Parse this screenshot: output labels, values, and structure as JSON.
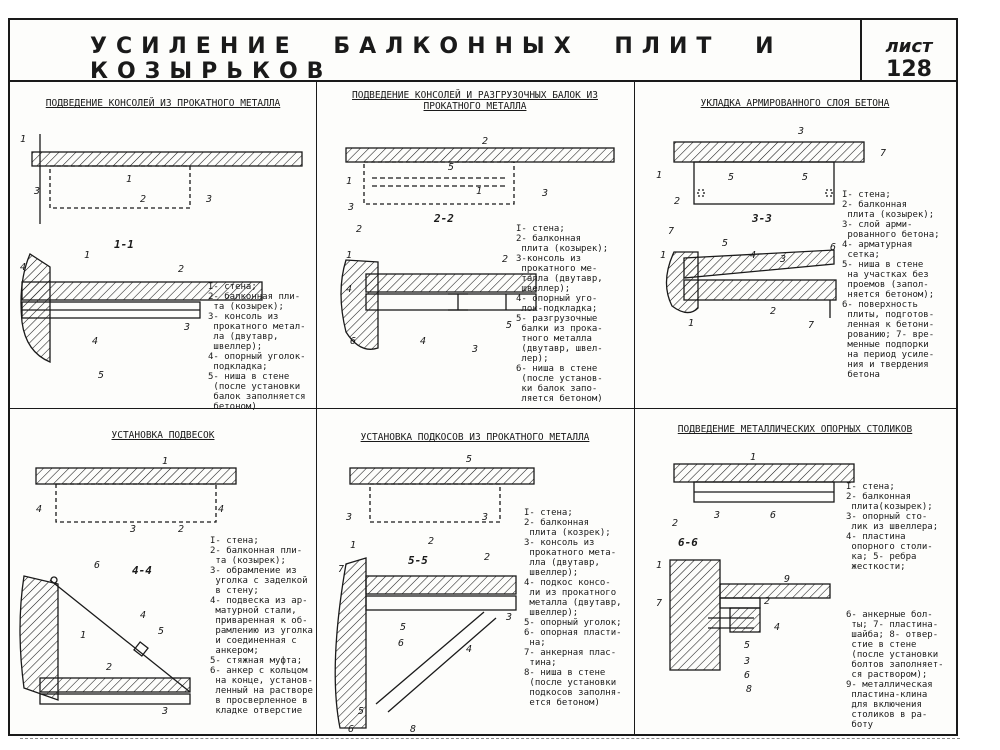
{
  "header": {
    "title": "УСИЛЕНИЕ БАЛКОННЫХ ПЛИТ И КОЗЫРЬКОВ",
    "sheet_label": "лист",
    "sheet_number": "128"
  },
  "panels": [
    {
      "title": "ПОДВЕДЕНИЕ КОНСОЛЕЙ ИЗ ПРОКАТНОГО МЕТАЛЛА",
      "section": "1-1",
      "legend": "I- стена;\n2- балконная пли-\n та (козырек);\n3- консоль из\n прокатного метал-\n ла (двутавр,\n швеллер);\n4- опорный уголок-\n подкладка;\n5- ниша в стене\n (после установки\n балок заполняется\n бетоном)"
    },
    {
      "title": "ПОДВЕДЕНИЕ КОНСОЛЕЙ И РАЗГРУЗОЧНЫХ БАЛОК ИЗ ПРОКАТНОГО МЕТАЛЛА",
      "section": "2-2",
      "legend": "I- стена;\n2- балконная\n плита (козырек);\n3-консоль из\n прокатного ме-\n талла (двутавр,\n швеллер);\n4- опорный уго-\n лок-подкладка;\n5- разгрузочные\n балки из прока-\n тного металла\n (двутавр, швел-\n лер);\n6- ниша в стене\n (после установ-\n ки балок запо-\n ляется бетоном)"
    },
    {
      "title": "УКЛАДКА АРМИРОВАННОГО СЛОЯ БЕТОНА",
      "section": "3-3",
      "legend": "I- стена;\n2- балконная\n плита (козырек);\n3- слой арми-\n рованного бетона;\n4- арматурная\n сетка;\n5- ниша в стене\n на участках без\n проемов (запол-\n няется бетоном);\n6- поверхность\n плиты, подготов-\n ленная к бетони-\n рованию; 7- вре-\n менные подпорки\n на период усиле-\n ния и твердения\n бетона"
    },
    {
      "title": "УСТАНОВКА ПОДВЕСОК",
      "section": "4-4",
      "legend": "I- стена;\n2- балконная пли-\n та (козырек);\n3- обрамление из\n уголка с заделкой\n в стену;\n4- подвеска из ар-\n матурной стали,\n приваренная к об-\n рамлению из уголка\n и соединенная с\n анкером;\n5- стяжная муфта;\n6- анкер с кольцом\n на конце, установ-\n ленный на растворе\n в просверленное в\n кладке отверстие"
    },
    {
      "title": "УСТАНОВКА ПОДКОСОВ ИЗ ПРОКАТНОГО МЕТАЛЛА",
      "section": "5-5",
      "legend": "I- стена;\n2- балконная\n плита (козрек);\n3- консоль из\n прокатного мета-\n лла (двутавр,\n швеллер);\n4- подкос консо-\n ли из прокатного\n металла (двутавр,\n швеллер);\n5- опорный уголок;\n6- опорная пласти-\n на;\n7- анкерная плас-\n тина;\n8- ниша в стене\n (после установки\n подкосов заполня-\n ется бетоном)"
    },
    {
      "title": "ПОДВЕДЕНИЕ МЕТАЛЛИЧЕСКИХ ОПОРНЫХ СТОЛИКОВ",
      "section": "6-6",
      "legend_a": "I- стена;\n2- балконная\n плита(козырек);\n3- опорный сто-\n лик из швеллера;\n4- пластина\n опорного столи-\n ка; 5- ребра\n жесткости;",
      "legend_b": "6- анкерные бол-\n ты; 7- пластина-\n шайба; 8- отвер-\n стие в стене\n (после установки\n болтов заполняет-\n ся раствором);\n9- металлическая\n пластина-клина\n для включения\n столиков в ра-\n боту"
    }
  ]
}
